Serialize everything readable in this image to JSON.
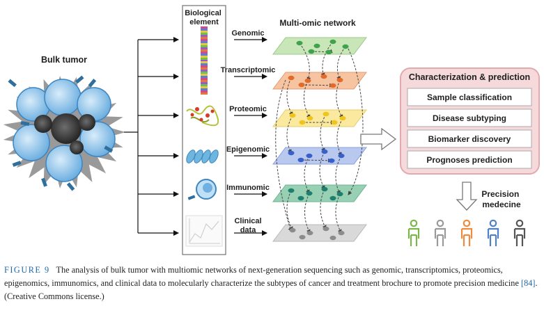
{
  "figure": {
    "bulk_tumor_label": "Bulk tumor",
    "biological_element_label": [
      "Biological",
      "element"
    ],
    "multiomic_network_label": "Multi-omic network",
    "layers": [
      {
        "name": "Genomic",
        "label_lines": [
          "Genomic"
        ],
        "fill": "#c9e6b8",
        "stroke": "#9cc88a",
        "node": "#3fa34d"
      },
      {
        "name": "Transcriptomic",
        "label_lines": [
          "Transcriptomic"
        ],
        "fill": "#f7c4a2",
        "stroke": "#e69a6d",
        "node": "#e26a2a"
      },
      {
        "name": "Proteomic",
        "label_lines": [
          "Proteomic"
        ],
        "fill": "#fbe9a0",
        "stroke": "#e6cf6a",
        "node": "#f0c419"
      },
      {
        "name": "Epigenomic",
        "label_lines": [
          "Epigenomic"
        ],
        "fill": "#b8c8ef",
        "stroke": "#8aa2dc",
        "node": "#3860c8"
      },
      {
        "name": "Immunomic",
        "label_lines": [
          "Immunomic"
        ],
        "fill": "#98d0b3",
        "stroke": "#6cb491",
        "node": "#1f7f6e"
      },
      {
        "name": "Clinical data",
        "label_lines": [
          "Clinical",
          "data"
        ],
        "fill": "#d9d9d9",
        "stroke": "#b9b9b9",
        "node": "#8c8c8c"
      }
    ],
    "characterization": {
      "title": "Characterization & prediction",
      "items": [
        "Sample classification",
        "Disease subtyping",
        "Biomarker discovery",
        "Prognoses prediction"
      ]
    },
    "precision_label": [
      "Precision",
      "medecine"
    ],
    "people_colors": [
      "#7ab648",
      "#9a9a9a",
      "#f08a3c",
      "#4f80c8",
      "#555555"
    ]
  },
  "caption": {
    "figure_number": "FIGURE 9",
    "text_before_ref": "The analysis of bulk tumor with multiomic networks of next-generation sequencing such as genomic, transcriptomics, proteomics, epigenomics, immunomics, and clinical data to molecularly characterize the subtypes of cancer and treatment brochure to promote precision medicine ",
    "reference": "[84]",
    "text_after_ref": ". (Creative Commons license.)"
  }
}
